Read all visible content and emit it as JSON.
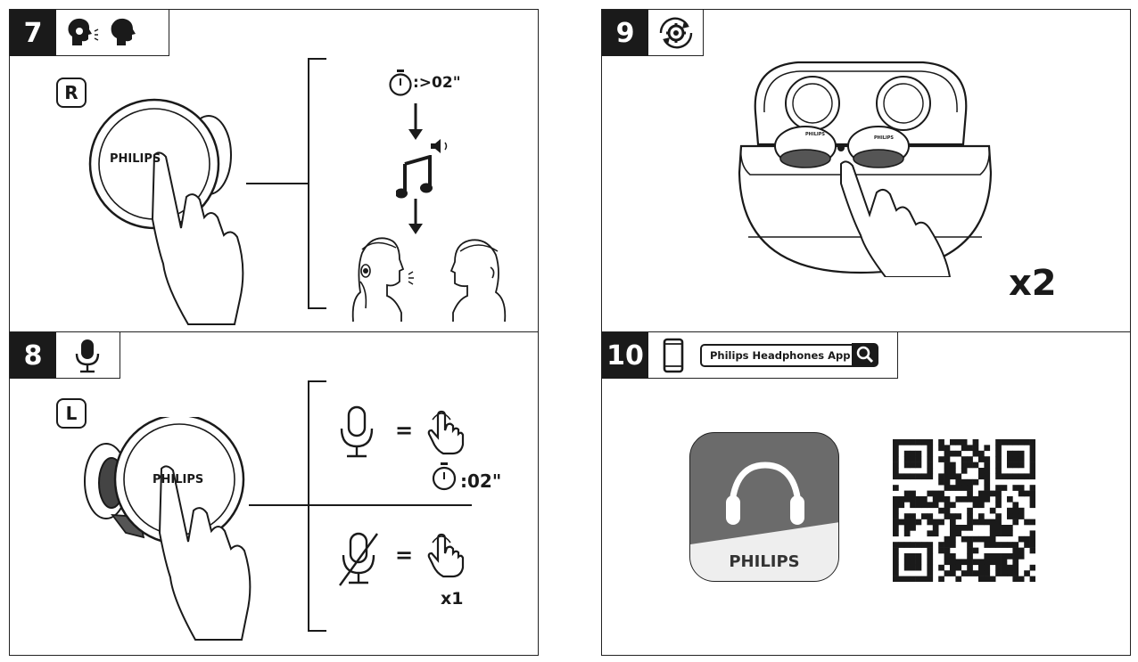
{
  "steps": [
    {
      "number": "7",
      "side_label": "R",
      "brand": "PHILIPS",
      "duration": ":>02\""
    },
    {
      "number": "8",
      "side_label": "L",
      "brand": "PHILIPS",
      "duration": ":02\"",
      "tap_count": "x1"
    },
    {
      "number": "9",
      "tap_count": "x2",
      "brand_left": "PHILIPS",
      "brand_right": "PHILIPS"
    },
    {
      "number": "10",
      "search_label": "Philips Headphones App",
      "app_brand": "PHILIPS"
    }
  ],
  "colors": {
    "ink": "#1a1a1a",
    "app_icon_gray": "#6b6b6b",
    "app_icon_light": "#eeeeee"
  },
  "icons": [
    "conversation-heads-icon",
    "microphone-icon",
    "settings-reset-icon",
    "smartphone-icon",
    "search-icon",
    "stopwatch-icon",
    "music-note-icon",
    "speaker-icon",
    "tap-hand-icon",
    "headphones-icon",
    "qr-code"
  ]
}
